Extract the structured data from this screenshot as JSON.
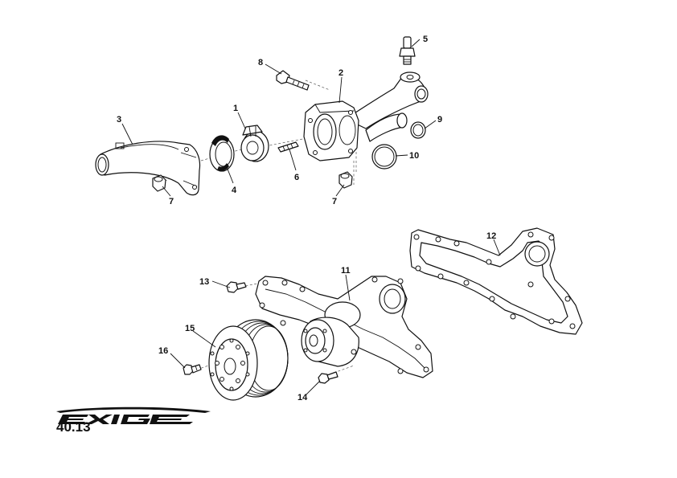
{
  "brand": {
    "logo_text": "EXIGE"
  },
  "page_number": "40.13",
  "callouts": [
    {
      "id": "1",
      "label": "1"
    },
    {
      "id": "2",
      "label": "2"
    },
    {
      "id": "3",
      "label": "3"
    },
    {
      "id": "4",
      "label": "4"
    },
    {
      "id": "5",
      "label": "5"
    },
    {
      "id": "6",
      "label": "6"
    },
    {
      "id": "7a",
      "label": "7"
    },
    {
      "id": "7b",
      "label": "7"
    },
    {
      "id": "8",
      "label": "8"
    },
    {
      "id": "9",
      "label": "9"
    },
    {
      "id": "10",
      "label": "10"
    },
    {
      "id": "11",
      "label": "11"
    },
    {
      "id": "12",
      "label": "12"
    },
    {
      "id": "13",
      "label": "13"
    },
    {
      "id": "14",
      "label": "14"
    },
    {
      "id": "15",
      "label": "15"
    },
    {
      "id": "16",
      "label": "16"
    }
  ],
  "colors": {
    "line": "#111111",
    "background": "#ffffff"
  }
}
